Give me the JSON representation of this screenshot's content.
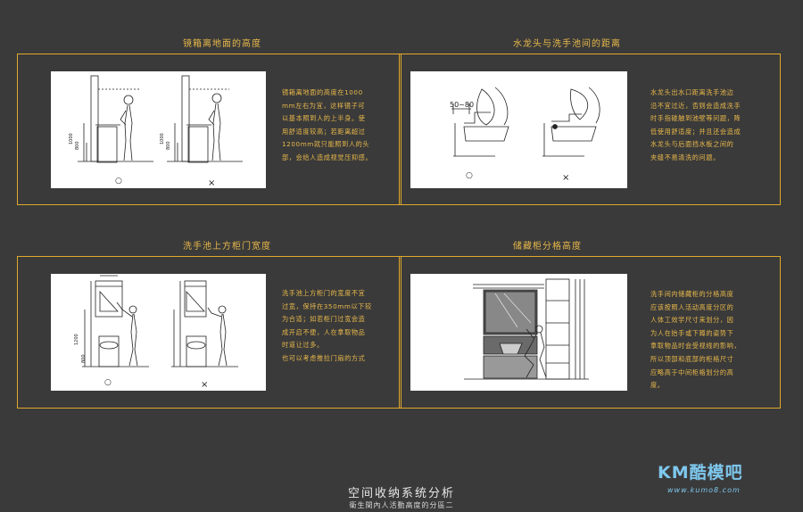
{
  "sections": [
    {
      "title": "镜箱离地面的高度",
      "lines": [
        "镜箱离地面的高度在1000",
        "mm左右为宜，这样镜子可",
        "以基本照到人的上半身。使",
        "用舒适度较高；若距离超过",
        "1200mm就只能照到人的头",
        "部，会给人造成视觉压抑感。"
      ],
      "dims_left": [
        "1000",
        "800"
      ],
      "dims_right": [
        "1000",
        "800"
      ],
      "mark_good": "○",
      "mark_bad": "×"
    },
    {
      "title": "水龙头与洗手池间的距离",
      "lines": [
        "水龙头出水口距离洗手池边",
        "沿不宜过近，否则会造成洗手",
        "时手指碰触到池壁等问题，降",
        "低使用舒适度；并且还会造成",
        "水龙头与后面挡水板之间的",
        "夹缝不易清洗的问题。"
      ],
      "dims_left": [
        "50~80"
      ],
      "mark_good": "○",
      "mark_bad": "×"
    },
    {
      "title": "洗手池上方柜门宽度",
      "lines": [
        "洗手池上方柜门的宽度不宜",
        "过宽，保持在350mm以下较",
        "为合适；如若柜门过宽会造",
        "成开启不便，人在拿取物品",
        "时道让过多。",
        "也可以考虑推拉门扇的方式"
      ],
      "dims_left": [
        "1200",
        "800"
      ],
      "mark_good": "○",
      "mark_bad": "×"
    },
    {
      "title": "储藏柜分格高度",
      "lines": [
        "洗手间内储藏柜的分格高度",
        "应该按照人活动高度分区的",
        "人体工效学尺寸来划分，因",
        "为人在抬手或下蹲的姿势下",
        "拿取物品时会受视线的影响，",
        "所以顶部和底部的柜格尺寸",
        "应略高于中间柜格划分的高",
        "度。"
      ]
    }
  ],
  "footer": {
    "title": "空间收纳系统分析",
    "subtitle": "衛生間內人活動高度的分區二"
  },
  "logo": {
    "brand": "KM酷模吧",
    "url": "www.kumo8.com"
  },
  "colors": {
    "background": "#3a3a3a",
    "accent": "#e0a92c",
    "text_gold": "#e8b84a",
    "logo_blue": "#7ec8ee"
  }
}
